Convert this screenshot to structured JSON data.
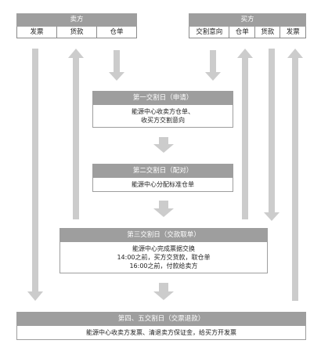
{
  "seller": {
    "title": "卖方",
    "items": [
      "发票",
      "货款",
      "仓单"
    ]
  },
  "buyer": {
    "title": "买方",
    "items": [
      "交割意向",
      "仓单",
      "货款",
      "发票"
    ]
  },
  "steps": [
    {
      "title": "第一交割日（申请）",
      "lines": [
        "能源中心收卖方仓单、",
        "收买方交割意向"
      ]
    },
    {
      "title": "第二交割日（配对）",
      "lines": [
        "能源中心分配标准仓单"
      ]
    },
    {
      "title": "第三交割日（交款取单）",
      "lines": [
        "能源中心完成票据交换",
        "14:00之前，买方交货款，取仓单",
        "16:00之前，付款给卖方"
      ]
    },
    {
      "title": "第四、五交割日（交票退款）",
      "lines": [
        "能源中心收卖方发票、清退卖方保证金，给买方开发票"
      ]
    }
  ],
  "colors": {
    "header": "#9e9e9e",
    "arrow": "#cccccc",
    "border": "#8a8a8a"
  }
}
